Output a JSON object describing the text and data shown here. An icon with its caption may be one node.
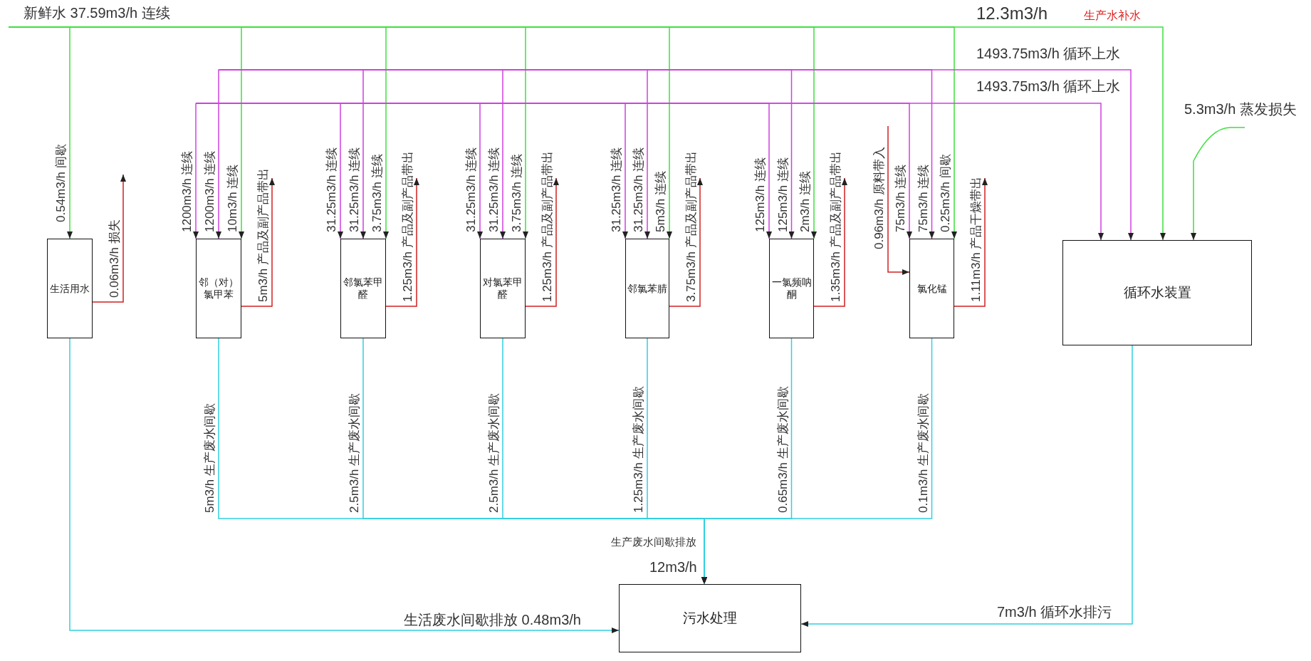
{
  "diagram": {
    "nodes": [
      {
        "text": [
          "生活用水"
        ]
      },
      {
        "text": [
          "邻（对）氯甲苯"
        ]
      },
      {
        "text": [
          "邻氯苯甲醛"
        ]
      },
      {
        "text": [
          "对氯苯甲醛"
        ]
      },
      {
        "text": [
          "邻氯苯腈"
        ]
      },
      {
        "text": [
          "一氯频呐酮"
        ]
      },
      {
        "text": [
          "氯化锰"
        ]
      },
      {
        "text": [
          "循环水装置"
        ]
      },
      {
        "text": [
          "污水处理"
        ]
      }
    ],
    "edges": [
      {
        "from": null,
        "to": 0,
        "arrow": "to",
        "label": "0.54m3/h 间歇",
        "color": "#3ee03e"
      },
      {
        "from": null,
        "to": 1,
        "arrow": "to",
        "label": "10m3/h 连续",
        "color": "#3ee03e"
      },
      {
        "from": null,
        "to": 2,
        "arrow": "to",
        "label": "3.75m3/h 连续",
        "color": "#3ee03e"
      },
      {
        "from": null,
        "to": 3,
        "arrow": "to",
        "label": "3.75m3/h 连续",
        "color": "#3ee03e"
      },
      {
        "from": null,
        "to": 4,
        "arrow": "to",
        "label": "5m3/h 连续",
        "color": "#3ee03e"
      },
      {
        "from": null,
        "to": 5,
        "arrow": "to",
        "label": "2m3/h 连续",
        "color": "#3ee03e"
      },
      {
        "from": null,
        "to": 6,
        "arrow": "to",
        "label": "0.25m3/h 间歇",
        "color": "#3ee03e"
      },
      {
        "from": null,
        "to": 7,
        "arrow": "to",
        "label": "12.3m3/h",
        "color": "#3ee03e"
      },
      {
        "from": null,
        "to": 1,
        "arrow": "to",
        "label": "1200m3/h 连续",
        "color": "#d040e0"
      },
      {
        "from": null,
        "to": 1,
        "arrow": "to",
        "label": "1200m3/h 连续",
        "color": "#d040e0"
      },
      {
        "from": null,
        "to": 2,
        "arrow": "to",
        "label": "31.25m3/h 连续",
        "color": "#d040e0"
      },
      {
        "from": null,
        "to": 2,
        "arrow": "to",
        "label": "31.25m3/h 连续",
        "color": "#d040e0"
      },
      {
        "from": null,
        "to": 3,
        "arrow": "to",
        "label": "31.25m3/h 连续",
        "color": "#d040e0"
      },
      {
        "from": null,
        "to": 3,
        "arrow": "to",
        "label": "31.25m3/h 连续",
        "color": "#d040e0"
      },
      {
        "from": null,
        "to": 4,
        "arrow": "to",
        "label": "31.25m3/h 连续",
        "color": "#d040e0"
      },
      {
        "from": null,
        "to": 4,
        "arrow": "to",
        "label": "31.25m3/h 连续",
        "color": "#d040e0"
      },
      {
        "from": null,
        "to": 5,
        "arrow": "to",
        "label": "125m3/h 连续",
        "color": "#d040e0"
      },
      {
        "from": null,
        "to": 5,
        "arrow": "to",
        "label": "125m3/h 连续",
        "color": "#d040e0"
      },
      {
        "from": null,
        "to": 6,
        "arrow": "to",
        "label": "75m3/h 连续",
        "color": "#d040e0"
      },
      {
        "from": null,
        "to": 6,
        "arrow": "to",
        "label": "75m3/h 连续",
        "color": "#d040e0"
      },
      {
        "from": null,
        "to": 7,
        "arrow": "to",
        "label": "1493.75m3/h 循环上水",
        "color": "#d040e0"
      },
      {
        "from": null,
        "to": 7,
        "arrow": "to",
        "label": "1493.75m3/h 循环上水",
        "color": "#d040e0"
      },
      {
        "from": null,
        "to": 7,
        "arrow": "to",
        "label": "5.3m3/h 蒸发损失",
        "color": "#3ee03e"
      },
      {
        "from": 0,
        "to": null,
        "arrow": "to",
        "label": "0.06m3/h 损失",
        "color": "#d02020"
      },
      {
        "from": 1,
        "to": null,
        "arrow": "to",
        "label": "5m3/h 产品及副产品带出",
        "color": "#d02020"
      },
      {
        "from": 2,
        "to": null,
        "arrow": "to",
        "label": "1.25m3/h 产品及副产品带出",
        "color": "#d02020"
      },
      {
        "from": 3,
        "to": null,
        "arrow": "to",
        "label": "1.25m3/h 产品及副产品带出",
        "color": "#d02020"
      },
      {
        "from": 4,
        "to": null,
        "arrow": "to",
        "label": "3.75m3/h 产品及副产品带出",
        "color": "#d02020"
      },
      {
        "from": 5,
        "to": null,
        "arrow": "to",
        "label": "1.35m3/h 产品及副产品带出",
        "color": "#d02020"
      },
      {
        "from": null,
        "to": 6,
        "arrow": "to",
        "label": "0.96m3/h 原料带入",
        "color": "#d02020"
      },
      {
        "from": 6,
        "to": null,
        "arrow": "to",
        "label": "1.11m3/h 产品干燥带出",
        "color": "#d02020"
      },
      {
        "from": 1,
        "to": 8,
        "arrow": "to",
        "label": "5m3/h 生产废水间歇",
        "color": "#30d0e0"
      },
      {
        "from": 2,
        "to": 8,
        "arrow": "to",
        "label": "2.5m3/h 生产废水间歇",
        "color": "#30d0e0"
      },
      {
        "from": 3,
        "to": 8,
        "arrow": "to",
        "label": "2.5m3/h 生产废水间歇",
        "color": "#30d0e0"
      },
      {
        "from": 4,
        "to": 8,
        "arrow": "to",
        "label": "1.25m3/h 生产废水间歇",
        "color": "#30d0e0"
      },
      {
        "from": 5,
        "to": 8,
        "arrow": "to",
        "label": "0.65m3/h 生产废水间歇",
        "color": "#30d0e0"
      },
      {
        "from": 6,
        "to": 8,
        "arrow": "to",
        "label": "0.1m3/h 生产废水间歇",
        "color": "#30d0e0"
      },
      {
        "from": 0,
        "to": 8,
        "arrow": "to",
        "label": "生活废水间歇排放 0.48m3/h",
        "color": "#30d0e0"
      },
      {
        "from": 7,
        "to": 8,
        "arrow": "to",
        "label": "7m3/h 循环水排污",
        "color": "#30d0e0"
      }
    ],
    "labels": [
      "新鲜水 37.59m3/h 连续",
      "生产水补水",
      "生产废水间歇排放",
      "12m3/h"
    ]
  }
}
